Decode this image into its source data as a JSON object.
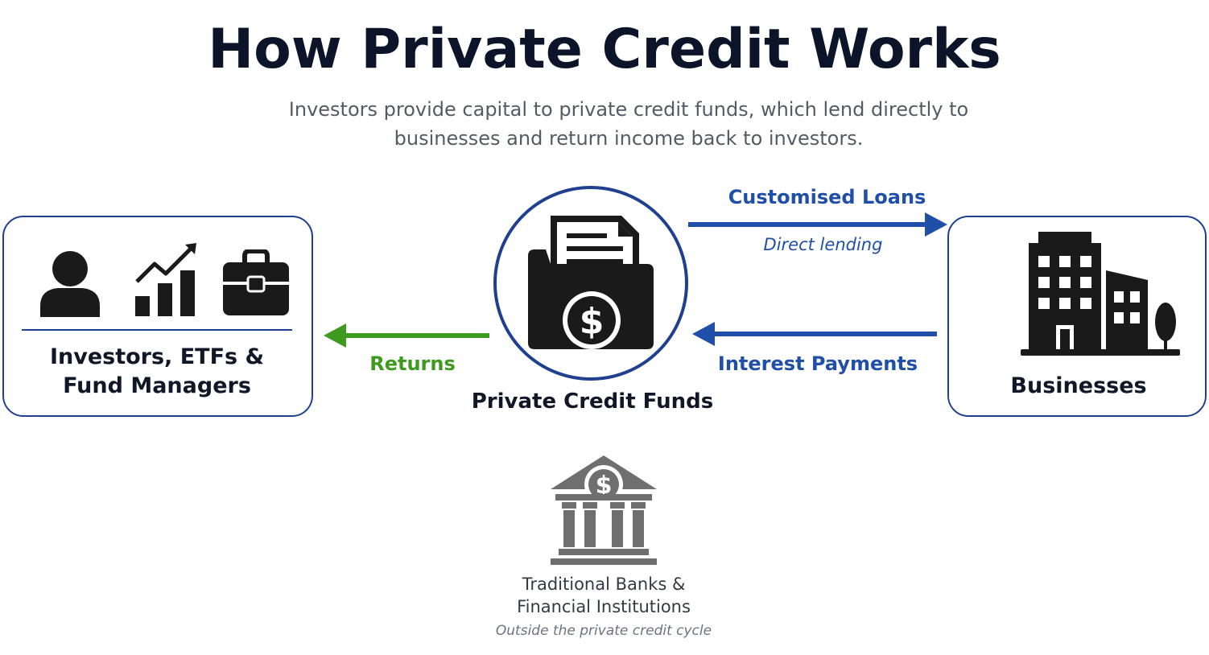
{
  "title": "How Private Credit Works",
  "subtitle": "Investors provide capital to private credit funds, which lend directly to businesses and return income back to investors.",
  "colors": {
    "title": "#0b1428",
    "box_border": "#1f3f8f",
    "loan_arrow": "#1f4fa8",
    "returns_arrow": "#3e9a1e",
    "icon_dark": "#1a1a1a",
    "bank_icon": "#6f6f6f"
  },
  "nodes": {
    "investors": {
      "label": "Investors, ETFs & Fund Managers",
      "icons": [
        "person-icon",
        "growth-chart-icon",
        "briefcase-icon"
      ]
    },
    "funds": {
      "label": "Private Credit Funds",
      "icon": "folder-dollar-icon"
    },
    "businesses": {
      "label": "Businesses",
      "icon": "office-building-icon"
    },
    "banks": {
      "label_line1": "Traditional Banks &",
      "label_line2": "Financial Institutions",
      "note": "Outside the private credit cycle",
      "icon": "bank-dollar-icon"
    }
  },
  "flows": {
    "loans": {
      "label": "Customised Loans",
      "sublabel": "Direct lending",
      "direction": "funds-to-businesses"
    },
    "interest": {
      "label": "Interest Payments",
      "direction": "businesses-to-funds"
    },
    "returns": {
      "label": "Returns",
      "direction": "funds-to-investors"
    }
  }
}
